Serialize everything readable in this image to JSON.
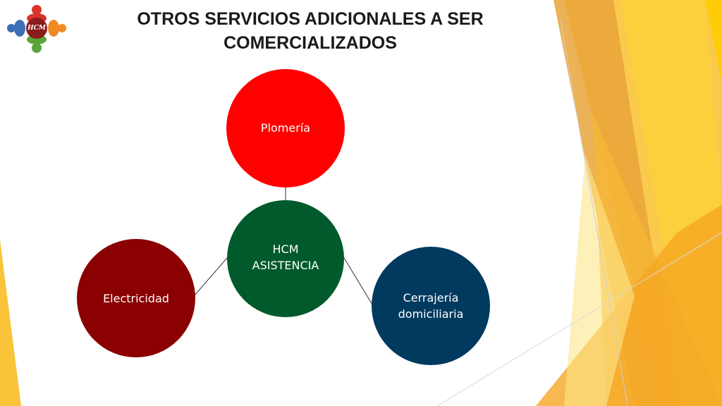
{
  "title": {
    "line1": "OTROS SERVICIOS ADICIONALES A SER",
    "line2": "COMERCIALIZADOS"
  },
  "logo": {
    "text": "HCM"
  },
  "diagram": {
    "center": {
      "line1": "HCM",
      "line2": "ASISTENCIA",
      "color": "#005a2b"
    },
    "top": {
      "label": "Plomería",
      "color": "#ff0000"
    },
    "left": {
      "label": "Electricidad",
      "color": "#8b0000"
    },
    "right": {
      "line1": "Cerrajería",
      "line2": "domiciliaria",
      "color": "#003a5e"
    }
  },
  "colors": {
    "accent_gold": "#f5b82e",
    "accent_yellow": "#ffd200",
    "accent_orange": "#e08a2c"
  }
}
